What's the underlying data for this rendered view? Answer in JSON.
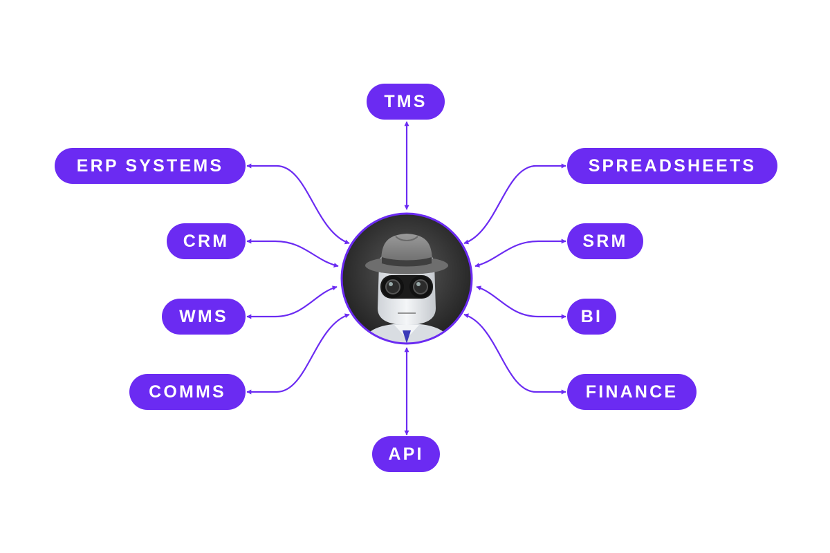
{
  "hub": {
    "icon": "spy-robot-icon"
  },
  "nodes": {
    "top": "TMS",
    "bottom": "API",
    "left": [
      "ERP SYSTEMS",
      "CRM",
      "WMS",
      "COMMS"
    ],
    "right": [
      "SPREADSHEETS",
      "SRM",
      "BI",
      "FINANCE"
    ]
  },
  "colors": {
    "accent": "#6b2bf2",
    "pill_text": "#ffffff",
    "background": "#ffffff"
  }
}
